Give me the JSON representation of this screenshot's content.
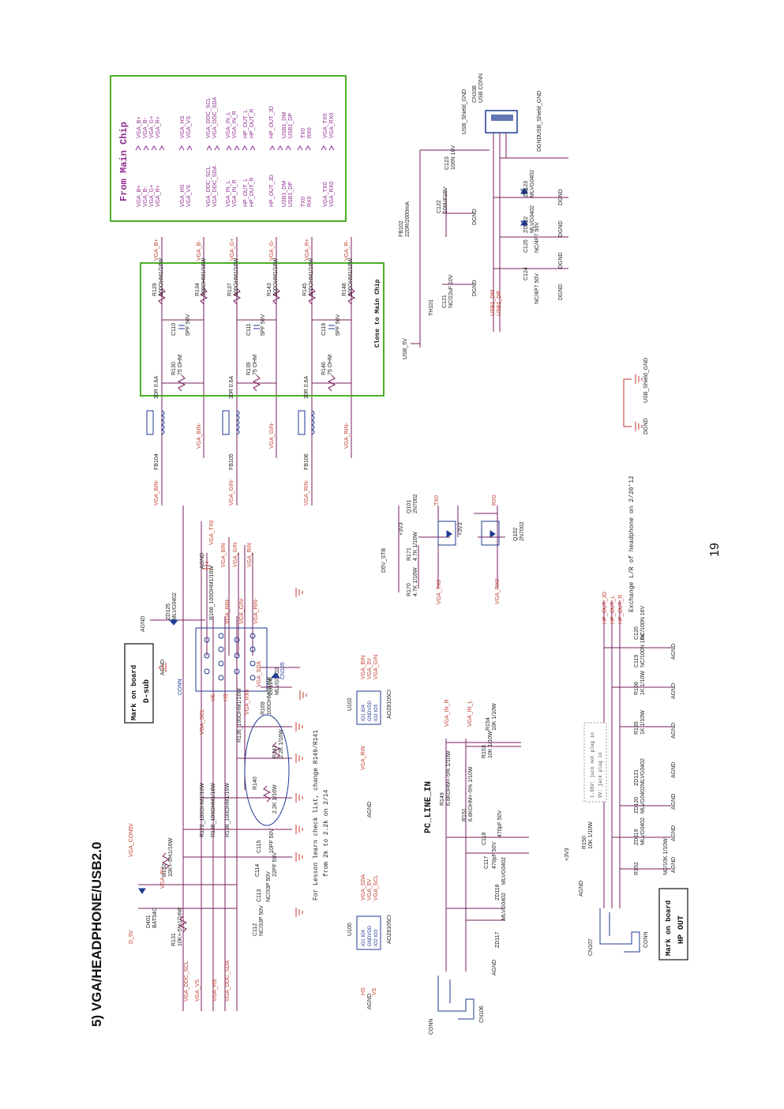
{
  "page": {
    "title": "5) VGA/HEADPHONE/USB2.0",
    "page_number": "19",
    "revision_note": "Exchange L/R of headphone on 2/20'12",
    "lesson_note_1": "For Lesson learn check list, change R140/R141",
    "lesson_note_2": "from 2k to 2.2k on 2/14"
  },
  "boxes": {
    "dsub_mark_1": "Mark on board",
    "dsub_mark_2": "D-sub",
    "hpout_mark_1": "Mark on board",
    "hpout_mark_2": "HP OUT",
    "pc_line_in": "PC_LINE_IN",
    "from_main_chip": "From Main Chip",
    "close_to_main_chip": "Close to Main Chip",
    "jack_note_1": "1.65V: jack not plug in",
    "jack_note_2": "0V: jack plug in"
  },
  "colors": {
    "net": "#c0392b",
    "wire": "#7a1f5c",
    "part": "#1f3a93",
    "label": "#222222",
    "green": "#4caf28",
    "magenta": "#8e2a8e"
  },
  "parts": {
    "d401": "D401",
    "d401v": "BAT54C",
    "r131": "R131",
    "r131v": "10K+-5%1/16W",
    "r132": "R132",
    "r132v": "10K+-5%1/16W",
    "c112": "C112",
    "c112v": "NC/33P 50V",
    "c113": "C113",
    "c113v": "NC/33P 50V",
    "c114": "C114",
    "c114v": "22PF 50V",
    "c115": "C115",
    "c115v": "10PF 50V",
    "r172": "R172_100OHM1/16W",
    "r135": "R135_100OHM1/16W",
    "r138": "R138_100OHM1/16W",
    "r136": "R136_100OHM1/16W",
    "r169": "R169",
    "r169v": "100OHM1/16W",
    "r168": "R168_100OHM1/16W",
    "r140": "R140",
    "r140v": "2.2K 1/16W",
    "r141": "R141",
    "r141v": "2.2K 1/16W",
    "zd125": "ZD125",
    "zd125v": "MLVG0402",
    "zd124": "ZD124",
    "zd124v": "MLVG0402",
    "cn105": "CN105",
    "conn": "CONN",
    "u100": "U100",
    "u100v": "AOZ8105CI",
    "u102": "U102",
    "u102v": "AOZ8105CI",
    "u_pins_a": "IO1 IO4",
    "u_pins_b": "GNDVDD",
    "u_pins_c": "IO2 IO3",
    "cn106": "CN106",
    "r149": "R149",
    "r149v": "6.8KOHM+-5% 1/10W",
    "r151": "R151",
    "r151v": "6.8KOHM+-5% 1/10W",
    "r153": "R153",
    "r153v": "10K 1/10W",
    "r154": "R154",
    "r154v": "10K 1/10W",
    "c117": "C117",
    "c117v": "470pF 50V",
    "c118": "C118",
    "c118v": "470pF 50V",
    "zd117": "ZD117",
    "zd118": "ZD118",
    "mlvg": "MLVG0402",
    "cn107": "CN107",
    "r150": "R150",
    "r150v": "10K 1/10W",
    "r152": "R152",
    "r152v": "NC/10K 1/10W",
    "r155": "R155",
    "r155v": "1K 1/10W",
    "r156": "R156",
    "r156v": "1K 1/10W",
    "zd119": "ZD119",
    "zd120": "ZD120",
    "zd121": "ZD121",
    "c119": "C119",
    "c119v": "NC/100N 16V",
    "c120": "C120",
    "c120v": "NC/100N 16V",
    "r170": "R170",
    "r170v": "4.7K 1/16W",
    "r171": "R171",
    "r171v": "4.7K 1/16W",
    "q101": "Q101",
    "q101v": "2N7002",
    "q102": "Q102",
    "q102v": "2N7002",
    "fb104": "FB104",
    "fb105": "FB105",
    "fb106": "FB106",
    "fbv": "30R 0.6A",
    "r130": "R130",
    "r139": "R139",
    "r146": "R146",
    "ohm75": "75 OHM",
    "c110": "C110",
    "c111": "C111",
    "c116": "C116",
    "pf5": "5PF 50V",
    "r129": "R129",
    "r134": "R134",
    "r137": "R137",
    "r143": "R143",
    "r145": "R145",
    "r148": "R148",
    "ohm100": "100OHM1/16W",
    "th101": "TH101",
    "fb102": "FB102",
    "fb102v": "220R/2000mA",
    "c121": "C121",
    "c121v": "NC/22uF 10V",
    "c122": "C122",
    "c122v": "100UF16V",
    "c123": "C123",
    "c123v": "100N 16V",
    "c124": "C124",
    "c124v": "NC/4P7 50V",
    "c125": "C125",
    "c125v": "NC/4P7 50V",
    "zd122": "ZD122",
    "zd123": "ZD123",
    "cn108": "CN108",
    "cn108v": "USB CONN"
  },
  "nets": {
    "d5v": "D_5V",
    "vga_con5v": "VGA_CON5V",
    "vga_5v": "VGA_5V",
    "ddc_scl": "VGA_DDC_SCL",
    "ddc_sda": "VGA_DDC_SDA",
    "vga_vs": "VGA_VS",
    "vga_hs": "VGA_HS",
    "vga_tx0": "VGA_TX0",
    "vga_rx0": "VGA_RX0",
    "vga_bin_p": "VGA_BIN",
    "vga_gin_p": "VGA_GIN",
    "vga_rin_p": "VGA_RIN",
    "vga_bin_n": "VGA_BIN-",
    "vga_gin_n": "VGA_GIN-",
    "vga_rin_n": "VGA_RIN-",
    "vga_sda": "VGA_SDA",
    "vga_scl": "VGA_SCL",
    "hs": "HS",
    "vs": "VS",
    "sda": "SDA",
    "scl": "SCL",
    "tx0": "TX0",
    "rx0": "RX0",
    "agnd": "AGND",
    "dgnd": "DGND",
    "v3v3": "+3V3",
    "v5v_stb": "D5V_STB",
    "vga_in_r": "VGA_IN_R",
    "vga_in_l": "VGA_IN_L",
    "hp_out_jd": "HP_OUT_JD",
    "hp_out_l": "HP_OUT_L",
    "hp_out_r": "HP_OUT_R",
    "vga_bp": "VGA_B+",
    "vga_bm": "VGA_B-",
    "vga_gp": "VGA_G+",
    "vga_gm": "VGA_G-",
    "vga_rp": "VGA_R+",
    "vga_rm": "VGA_R-",
    "usb_5v": "USB_5V",
    "usb1_dm": "USB1_DM",
    "usb1_dp": "USB1_DP",
    "usb_shield": "USB_Shield_GND",
    "vga_in_l2": "VGA_IN_L",
    "vga_in_r2": "VGA_IN_R",
    "hp_out_l2": "HP_OUT_L",
    "hp_out_r2": "HP_OUT_R",
    "rx0b": "RX0",
    "tx0b": "TX0"
  }
}
